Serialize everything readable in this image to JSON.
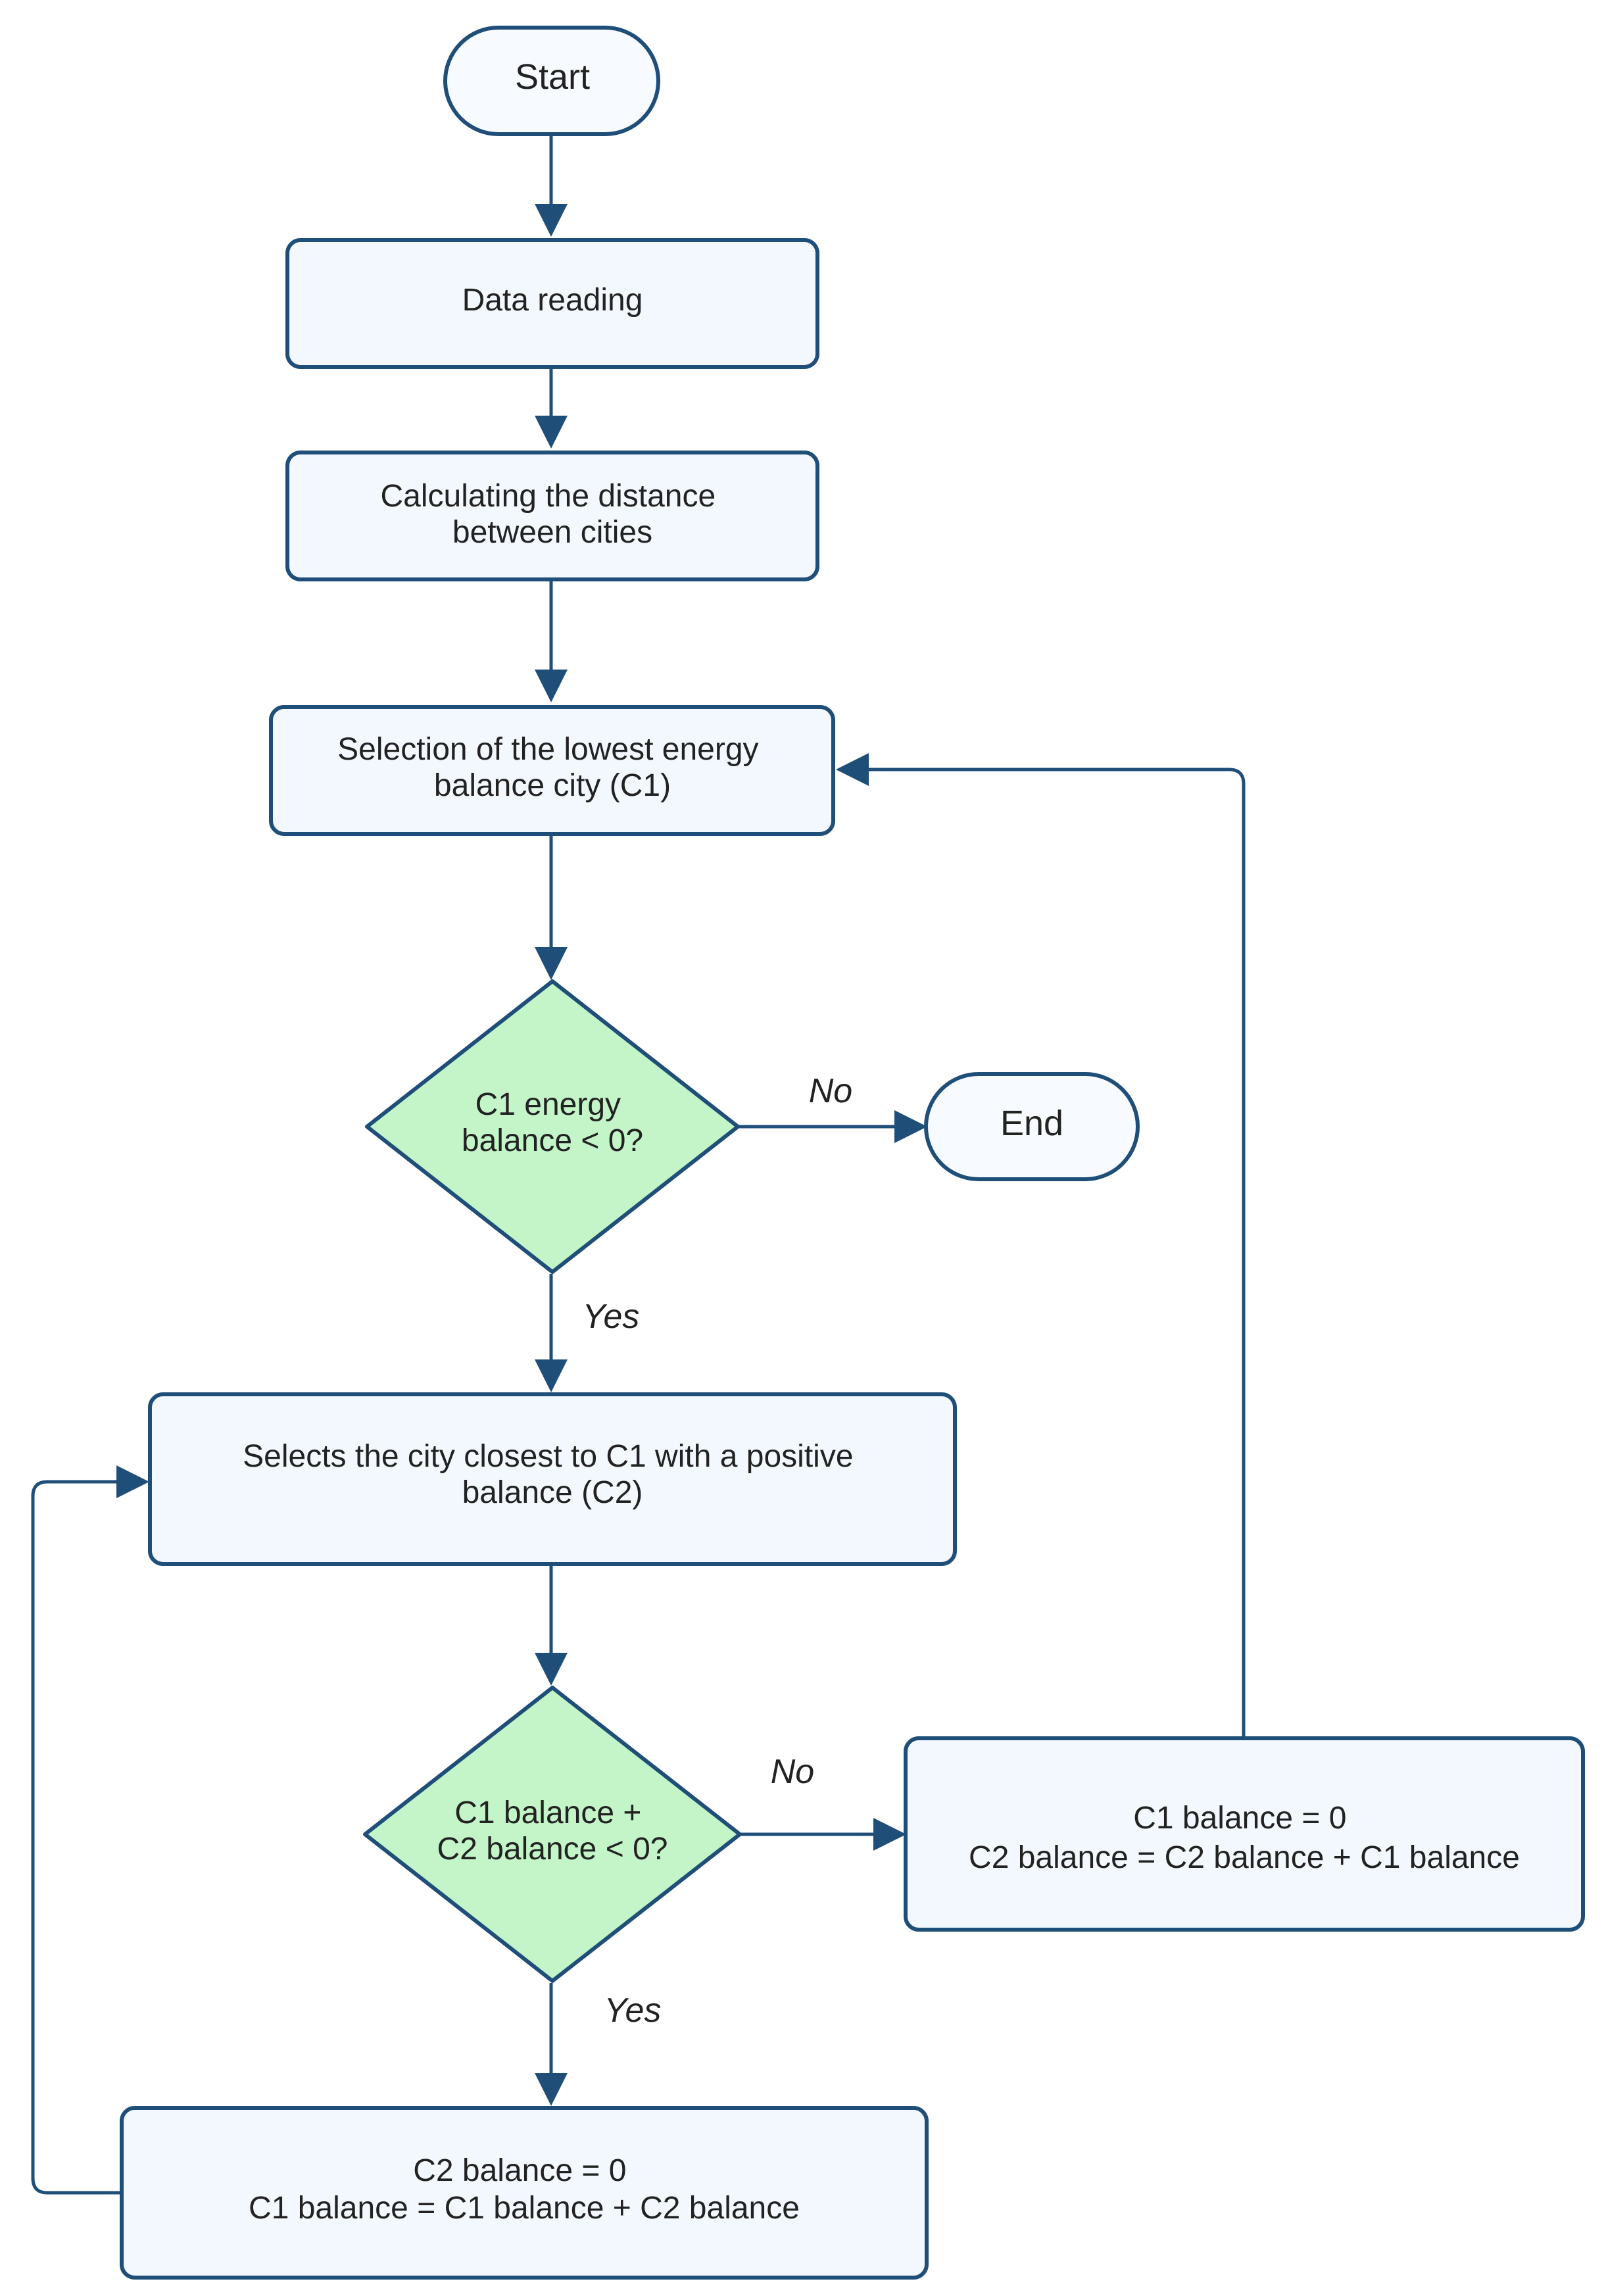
{
  "colors": {
    "stroke": "#1f4e79",
    "box_fill": "#f2f8fd",
    "decision_fill": "#c3f5c8",
    "terminal_fill": "#f7fbff",
    "text": "#222222"
  },
  "nodes": {
    "start": "Start",
    "data_reading": "Data reading",
    "calc_distance": [
      "Calculating the distance",
      "between cities"
    ],
    "select_c1": [
      "Selection of the lowest energy",
      "balance city (C1)"
    ],
    "decision_c1": [
      "C1 energy",
      "balance < 0?"
    ],
    "end": "End",
    "select_c2": [
      "Selects the city closest to C1 with a positive",
      "balance (C2)"
    ],
    "decision_sum": [
      "C1 balance +",
      "C2 balance < 0?"
    ],
    "update_no": [
      "C1 balance = 0",
      "C2 balance = C2 balance + C1 balance"
    ],
    "update_yes": [
      "C2 balance = 0",
      "C1 balance = C1 balance + C2 balance"
    ]
  },
  "edge_labels": {
    "d1_no": "No",
    "d1_yes": "Yes",
    "d2_no": "No",
    "d2_yes": "Yes"
  }
}
